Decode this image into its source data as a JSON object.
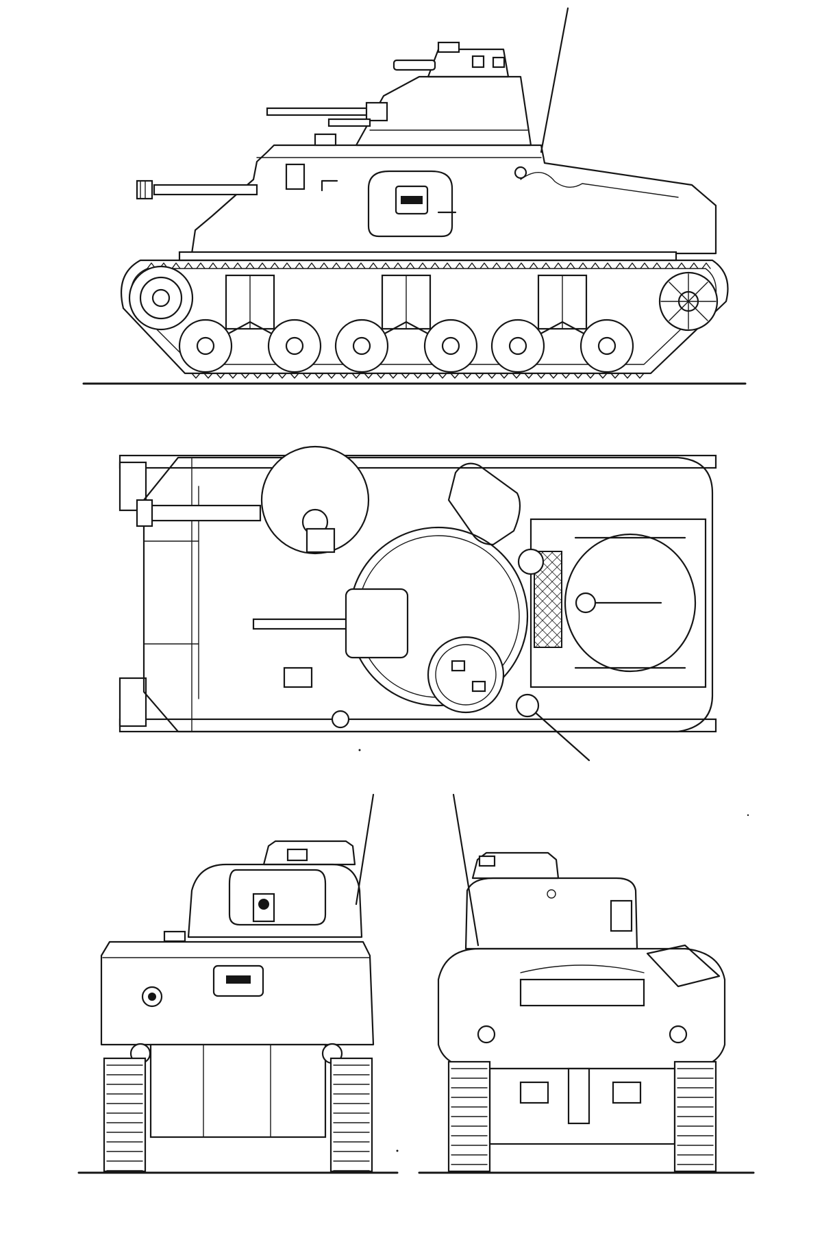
{
  "drawing": {
    "subject": "",
    "views": [
      {
        "key": "side",
        "label": ""
      },
      {
        "key": "top",
        "label": ""
      },
      {
        "key": "front",
        "label": ""
      },
      {
        "key": "rear",
        "label": ""
      }
    ],
    "ink_color": "#161616",
    "paper_color": "#ffffff"
  }
}
